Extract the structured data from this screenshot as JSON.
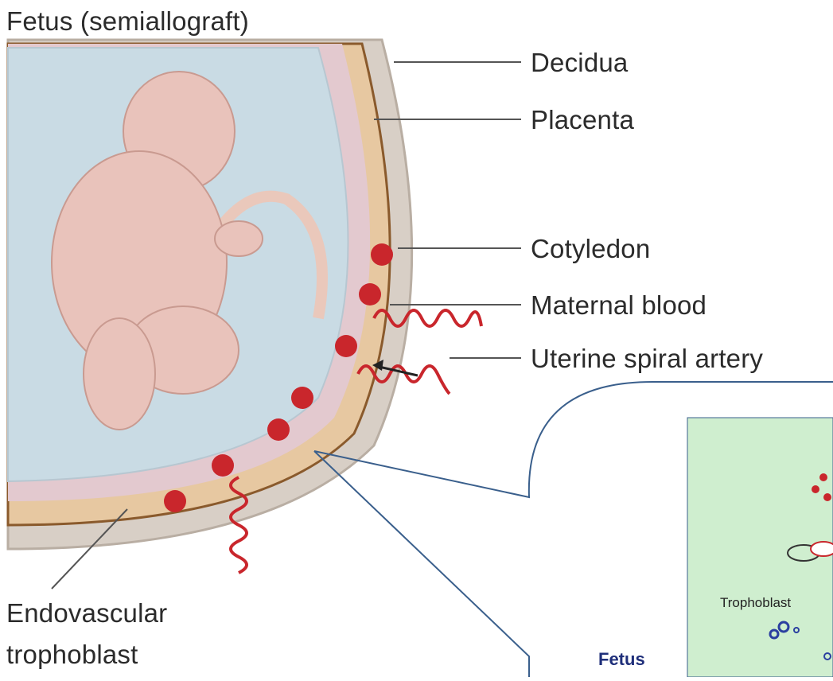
{
  "labels": {
    "fetus": "Fetus (semiallograft)",
    "decidua": "Decidua",
    "placenta": "Placenta",
    "cotyledon": "Cotyledon",
    "maternal_blood": "Maternal blood",
    "spiral_artery": "Uterine spiral artery",
    "endovascular_line1": "Endovascular",
    "endovascular_line2": "trophoblast"
  },
  "inset": {
    "trophoblast": "Trophoblast",
    "fetus": "Fetus"
  },
  "colors": {
    "amniotic_fluid": "#c9dbe4",
    "decidua": "#d9cfc4",
    "placenta": "#e8c9a3",
    "artery": "#c9262c",
    "fetus_skin": "#e9c3bb",
    "inset_bg": "#cfeecf",
    "callout_line": "#3a5f8c"
  }
}
